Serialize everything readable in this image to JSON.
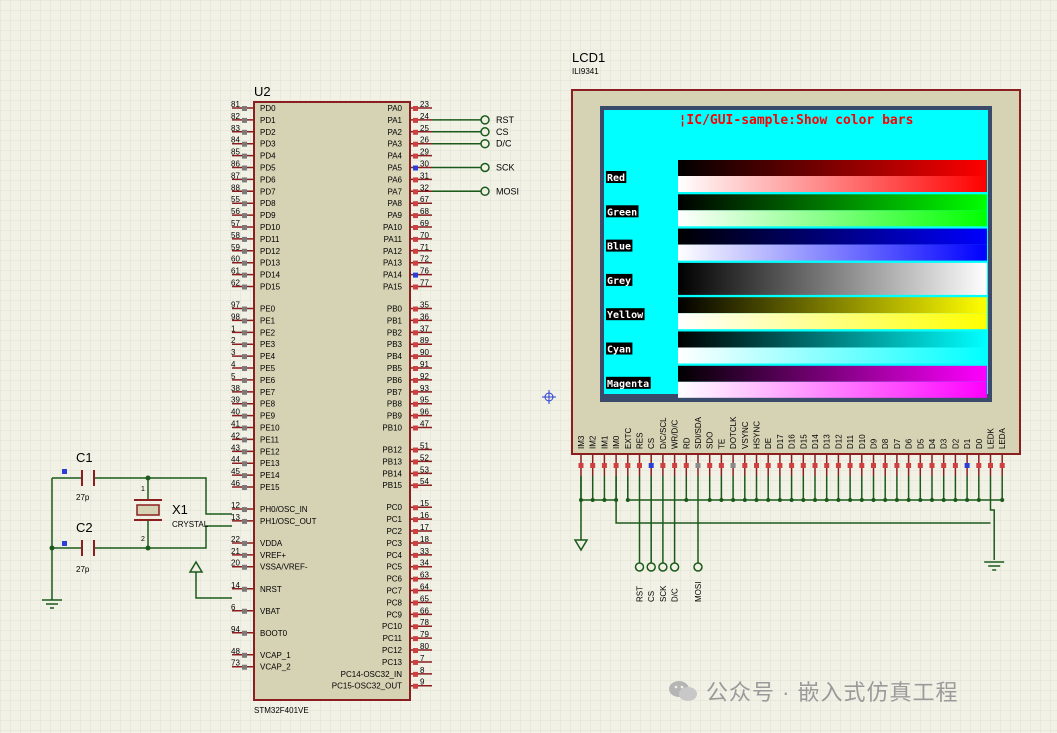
{
  "mcu": {
    "ref": "U2",
    "part": "STM32F401VE",
    "left_pins": [
      {
        "num": "81",
        "name": "PD0"
      },
      {
        "num": "82",
        "name": "PD1"
      },
      {
        "num": "83",
        "name": "PD2"
      },
      {
        "num": "84",
        "name": "PD3"
      },
      {
        "num": "85",
        "name": "PD4"
      },
      {
        "num": "86",
        "name": "PD5"
      },
      {
        "num": "87",
        "name": "PD6"
      },
      {
        "num": "88",
        "name": "PD7"
      },
      {
        "num": "55",
        "name": "PD8"
      },
      {
        "num": "56",
        "name": "PD9"
      },
      {
        "num": "57",
        "name": "PD10"
      },
      {
        "num": "58",
        "name": "PD11"
      },
      {
        "num": "59",
        "name": "PD12"
      },
      {
        "num": "60",
        "name": "PD13"
      },
      {
        "num": "61",
        "name": "PD14"
      },
      {
        "num": "62",
        "name": "PD15"
      },
      {
        "gap": 1
      },
      {
        "num": "97",
        "name": "PE0"
      },
      {
        "num": "98",
        "name": "PE1"
      },
      {
        "num": "1",
        "name": "PE2"
      },
      {
        "num": "2",
        "name": "PE3"
      },
      {
        "num": "3",
        "name": "PE4"
      },
      {
        "num": "4",
        "name": "PE5"
      },
      {
        "num": "5",
        "name": "PE6"
      },
      {
        "num": "38",
        "name": "PE7"
      },
      {
        "num": "39",
        "name": "PE8"
      },
      {
        "num": "40",
        "name": "PE9"
      },
      {
        "num": "41",
        "name": "PE10"
      },
      {
        "num": "42",
        "name": "PE11"
      },
      {
        "num": "43",
        "name": "PE12"
      },
      {
        "num": "44",
        "name": "PE13"
      },
      {
        "num": "45",
        "name": "PE14"
      },
      {
        "num": "46",
        "name": "PE15"
      },
      {
        "gap": 1
      },
      {
        "num": "12",
        "name": "PH0/OSC_IN"
      },
      {
        "num": "13",
        "name": "PH1/OSC_OUT"
      },
      {
        "gap": 1
      },
      {
        "num": "22",
        "name": "VDDA"
      },
      {
        "num": "21",
        "name": "VREF+"
      },
      {
        "num": "20",
        "name": "VSSA/VREF-"
      },
      {
        "gap": 1
      },
      {
        "num": "14",
        "name": "NRST"
      },
      {
        "gap": 1
      },
      {
        "num": "6",
        "name": "VBAT"
      },
      {
        "gap": 1
      },
      {
        "num": "94",
        "name": "BOOT0"
      },
      {
        "gap": 1
      },
      {
        "num": "48",
        "name": "VCAP_1"
      },
      {
        "num": "73",
        "name": "VCAP_2"
      }
    ],
    "right_pins": [
      {
        "num": "23",
        "name": "PA0"
      },
      {
        "num": "24",
        "name": "PA1"
      },
      {
        "num": "25",
        "name": "PA2"
      },
      {
        "num": "26",
        "name": "PA3"
      },
      {
        "num": "29",
        "name": "PA4"
      },
      {
        "num": "30",
        "name": "PA5"
      },
      {
        "num": "31",
        "name": "PA6"
      },
      {
        "num": "32",
        "name": "PA7"
      },
      {
        "num": "67",
        "name": "PA8"
      },
      {
        "num": "68",
        "name": "PA9"
      },
      {
        "num": "69",
        "name": "PA10"
      },
      {
        "num": "70",
        "name": "PA11"
      },
      {
        "num": "71",
        "name": "PA12"
      },
      {
        "num": "72",
        "name": "PA13"
      },
      {
        "num": "76",
        "name": "PA14"
      },
      {
        "num": "77",
        "name": "PA15"
      },
      {
        "gap": 1
      },
      {
        "num": "35",
        "name": "PB0"
      },
      {
        "num": "36",
        "name": "PB1"
      },
      {
        "num": "37",
        "name": "PB2"
      },
      {
        "num": "89",
        "name": "PB3"
      },
      {
        "num": "90",
        "name": "PB4"
      },
      {
        "num": "91",
        "name": "PB5"
      },
      {
        "num": "92",
        "name": "PB6"
      },
      {
        "num": "93",
        "name": "PB7"
      },
      {
        "num": "95",
        "name": "PB8"
      },
      {
        "num": "96",
        "name": "PB9"
      },
      {
        "num": "47",
        "name": "PB10"
      },
      {
        "gap": 1
      },
      {
        "num": "51",
        "name": "PB12"
      },
      {
        "num": "52",
        "name": "PB13"
      },
      {
        "num": "53",
        "name": "PB14"
      },
      {
        "num": "54",
        "name": "PB15"
      },
      {
        "gap": 1
      },
      {
        "num": "15",
        "name": "PC0"
      },
      {
        "num": "16",
        "name": "PC1"
      },
      {
        "num": "17",
        "name": "PC2"
      },
      {
        "num": "18",
        "name": "PC3"
      },
      {
        "num": "33",
        "name": "PC4"
      },
      {
        "num": "34",
        "name": "PC5"
      },
      {
        "num": "63",
        "name": "PC6"
      },
      {
        "num": "64",
        "name": "PC7"
      },
      {
        "num": "65",
        "name": "PC8"
      },
      {
        "num": "66",
        "name": "PC9"
      },
      {
        "num": "78",
        "name": "PC10"
      },
      {
        "num": "79",
        "name": "PC11"
      },
      {
        "num": "80",
        "name": "PC12"
      },
      {
        "num": "7",
        "name": "PC13"
      },
      {
        "num": "8",
        "name": "PC14-OSC32_IN"
      },
      {
        "num": "9",
        "name": "PC15-OSC32_OUT"
      }
    ],
    "net_labels": [
      {
        "pin": "PA1",
        "label": "RST"
      },
      {
        "pin": "PA2",
        "label": "CS"
      },
      {
        "pin": "PA3",
        "label": "D/C"
      },
      {
        "pin": "PA5",
        "label": "SCK"
      },
      {
        "pin": "PA7",
        "label": "MOSI"
      }
    ]
  },
  "crystal": {
    "ref": "X1",
    "type": "CRYSTAL",
    "pin1": "1",
    "pin2": "2"
  },
  "c1": {
    "ref": "C1",
    "value": "27p"
  },
  "c2": {
    "ref": "C2",
    "value": "27p"
  },
  "lcd": {
    "ref": "LCD1",
    "part": "ILI9341",
    "title": "¦IC/GUI-sample:Show color bars",
    "bands": [
      {
        "label": "Red",
        "color": "#ff0000"
      },
      {
        "label": "Green",
        "color": "#00ff00"
      },
      {
        "label": "Blue",
        "color": "#0000ff"
      },
      {
        "label": "Grey",
        "color": "#ffffff"
      },
      {
        "label": "Yellow",
        "color": "#ffff00"
      },
      {
        "label": "Cyan",
        "color": "#00ffff"
      },
      {
        "label": "Magenta",
        "color": "#ff00ff"
      }
    ],
    "pins": [
      "IM3",
      "IM2",
      "IM1",
      "IM0",
      "EXTC",
      "RES",
      "CS",
      "D/C/SCL",
      "WR/D/C",
      "RD",
      "SDI/SDA",
      "SDO",
      "TE",
      "DOTCLK",
      "VSYNC",
      "HSYNC",
      "DE",
      "D17",
      "D16",
      "D15",
      "D14",
      "D13",
      "D12",
      "D11",
      "D10",
      "D9",
      "D8",
      "D7",
      "D6",
      "D5",
      "D4",
      "D3",
      "D2",
      "D1",
      "D0",
      "LEDK",
      "LEDA"
    ],
    "bottom_labels": [
      {
        "label": "RST",
        "pin_index": 5
      },
      {
        "label": "CS",
        "pin_index": 6
      },
      {
        "label": "SCK",
        "pin_index": 7
      },
      {
        "label": "D/C",
        "pin_index": 8
      },
      {
        "label": "MOSI",
        "pin_index": 10
      }
    ]
  },
  "watermark": {
    "text": "公众号 · 嵌入式仿真工程"
  }
}
